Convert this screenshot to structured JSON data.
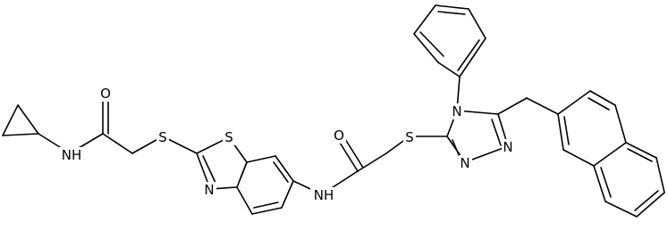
{
  "atom_labels": {
    "o_amide1": "O",
    "nh_amide1": "NH",
    "s_thioether1": "S",
    "s_thiazole": "S",
    "n_thiazole": "N",
    "nh_amide2": "NH",
    "o_amide2": "O",
    "s_thioether2": "S",
    "n4_triazole": "N",
    "n1_triazole": "N",
    "n2_triazole": "N"
  }
}
